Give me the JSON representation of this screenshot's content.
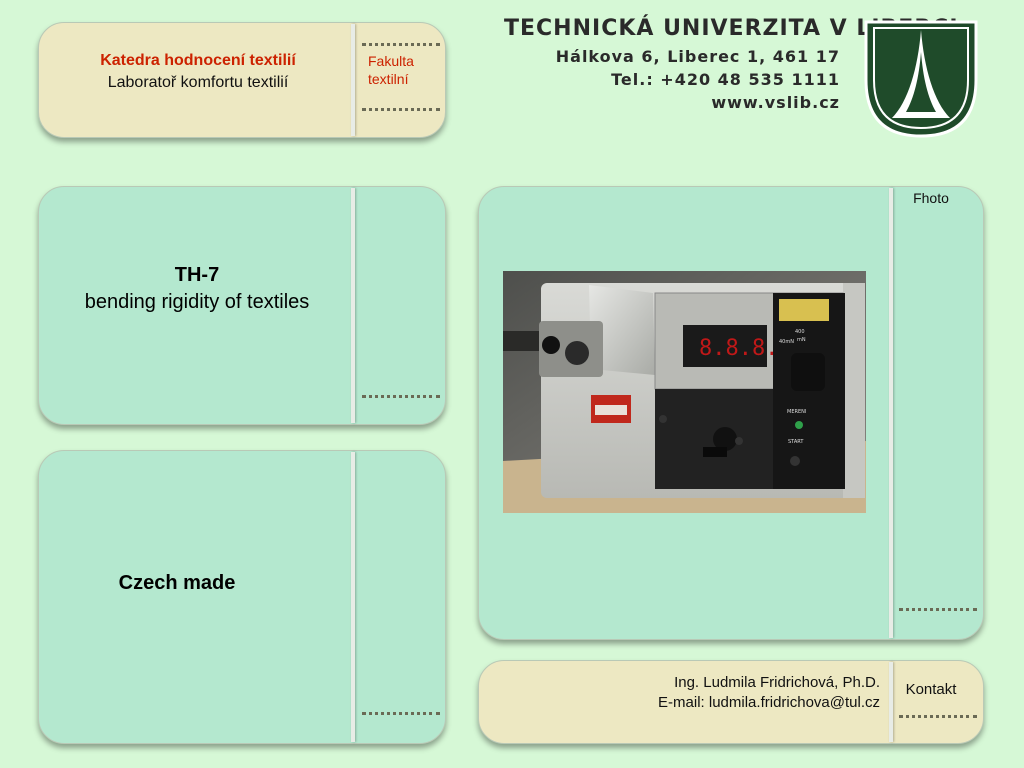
{
  "header": {
    "dept_title": "Katedra hodnocení textilií",
    "lab_title": "Laboratoř komfortu textilií",
    "faculty": "Fakulta textilní",
    "university_name": "TECHNICKÁ UNIVERZITA V LIBERCI",
    "address": "Hálkova 6, Liberec 1, 461 17",
    "phone": "Tel.: +420 48 535 1111",
    "web": "www.vslib.cz",
    "logo_icon": "tul-logo-icon"
  },
  "main": {
    "device_name": "TH-7",
    "device_desc": "bending rigidity of textiles",
    "origin": "Czech made",
    "photo_label": "Fhoto",
    "photo_icon": "instrument-photo",
    "photo_display": "8.8.8.8",
    "photo_labels": {
      "range": "400",
      "unit": "mN",
      "low": "40mN",
      "measure": "MERENI",
      "start": "START"
    }
  },
  "footer": {
    "contact_name": "Ing. Ludmila Fridrichová, Ph.D.",
    "contact_email": "E-mail: ludmila.fridrichova@tul.cz",
    "contact_label": "Kontakt"
  },
  "colors": {
    "background": "#d6f8d6",
    "beige_panel": "#ede8c2",
    "mint_panel": "#b4e8cf",
    "accent_red": "#cc2200",
    "logo_green": "#1f4b2a"
  }
}
